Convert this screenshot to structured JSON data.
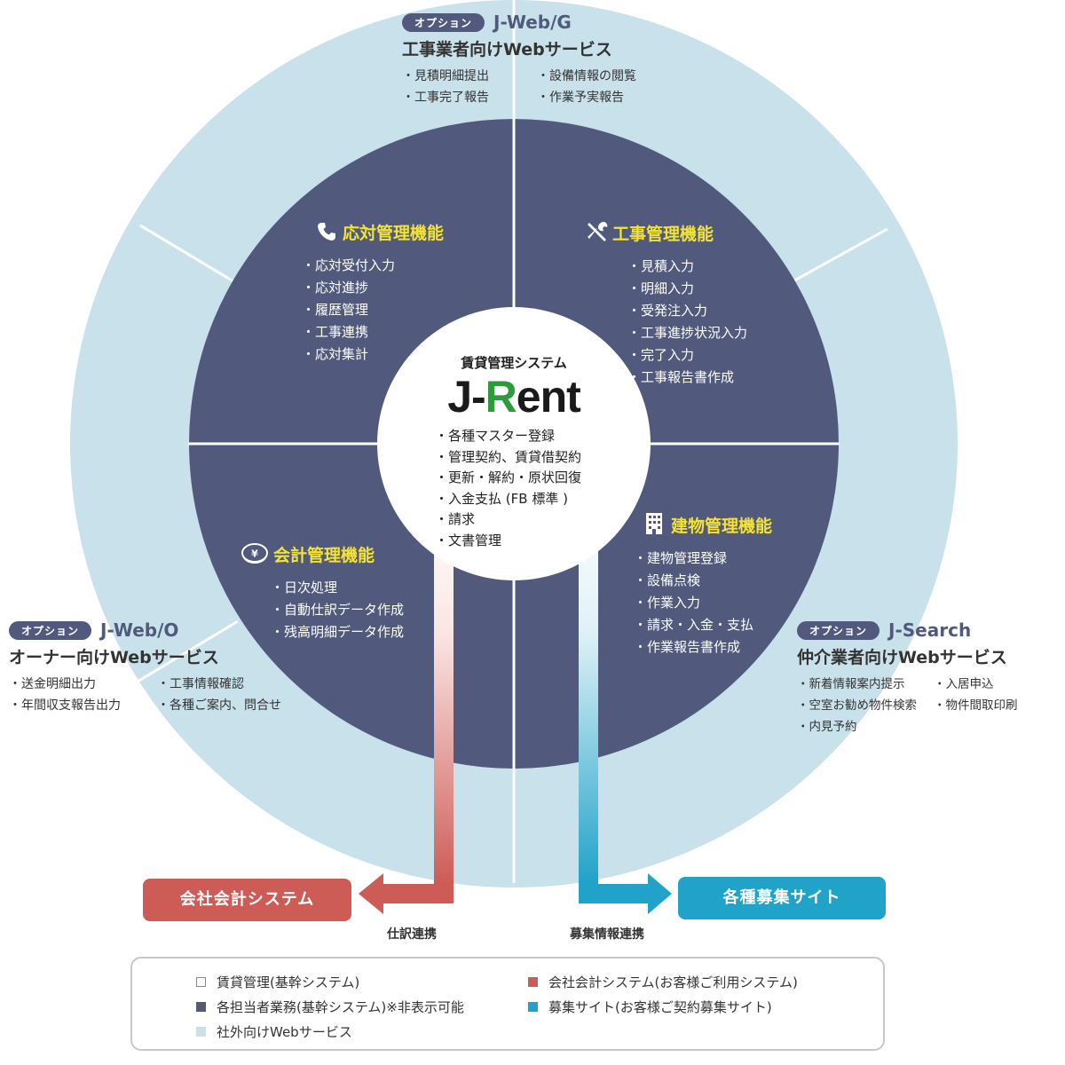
{
  "colors": {
    "outer_ring": "#c9e1ea",
    "inner_quadrants": "#515a7c",
    "center": "#ffffff",
    "heading_yellow": "#f4e332",
    "accounting_red": "#cd5c56",
    "recruit_blue": "#21a2c9"
  },
  "options": {
    "top": {
      "badge": "オプション",
      "name": "J-Web/G",
      "title": "工事業者向けWebサービス",
      "items": [
        "見積明細提出",
        "工事完了報告",
        "設備情報の閲覧",
        "作業予実報告"
      ]
    },
    "left": {
      "badge": "オプション",
      "name": "J-Web/O",
      "title": "オーナー向けWebサービス",
      "items": [
        "送金明細出力",
        "年間収支報告出力",
        "工事情報確認",
        "各種ご案内、問合せ"
      ]
    },
    "right": {
      "badge": "オプション",
      "name": "J-Search",
      "title": "仲介業者向けWebサービス",
      "items": [
        "新着情報案内提示",
        "空室お勧め物件検索",
        "内見予約",
        "入居申込",
        "物件間取印刷"
      ]
    }
  },
  "quadrants": {
    "response": {
      "icon": "phone-icon",
      "title": "応対管理機能",
      "items": [
        "応対受付入力",
        "応対進捗",
        "履歴管理",
        "工事連携",
        "応対集計"
      ]
    },
    "construction": {
      "icon": "tools-icon",
      "title": "工事管理機能",
      "items": [
        "見積入力",
        "明細入力",
        "受発注入力",
        "工事進捗状況入力",
        "完了入力",
        "工事報告書作成"
      ]
    },
    "accounting": {
      "icon": "yen-coin-icon",
      "title": "会計管理機能",
      "items": [
        "日次処理",
        "自動仕訳データ作成",
        "残高明細データ作成"
      ]
    },
    "building": {
      "icon": "building-icon",
      "title": "建物管理機能",
      "items": [
        "建物管理登録",
        "設備点検",
        "作業入力",
        "請求・入金・支払",
        "作業報告書作成"
      ]
    }
  },
  "center": {
    "subtitle": "賃貸管理システム",
    "logo": {
      "part1": "J-",
      "part2": "R",
      "part3": "ent"
    },
    "items": [
      "各種マスター登録",
      "管理契約、賃貸借契約",
      "更新・解約・原状回復",
      "入金支払 (FB 標準 )",
      "請求",
      "文書管理"
    ]
  },
  "outputs": {
    "accounting_system": "会社会計システム",
    "accounting_link": "仕訳連携",
    "recruit_sites": "各種募集サイト",
    "recruit_link": "募集情報連携"
  },
  "legend": {
    "items": [
      {
        "label": "賃貸管理(基幹システム)",
        "color": "#ffffff"
      },
      {
        "label": "各担当者業務(基幹システム)※非表示可能",
        "color": "#515a7c"
      },
      {
        "label": "社外向けWebサービス",
        "color": "#c9e1ea"
      },
      {
        "label": "会社会計システム(お客様ご利用システム)",
        "color": "#cd5c56"
      },
      {
        "label": "募集サイト(お客様ご契約募集サイト)",
        "color": "#21a2c9"
      }
    ]
  }
}
